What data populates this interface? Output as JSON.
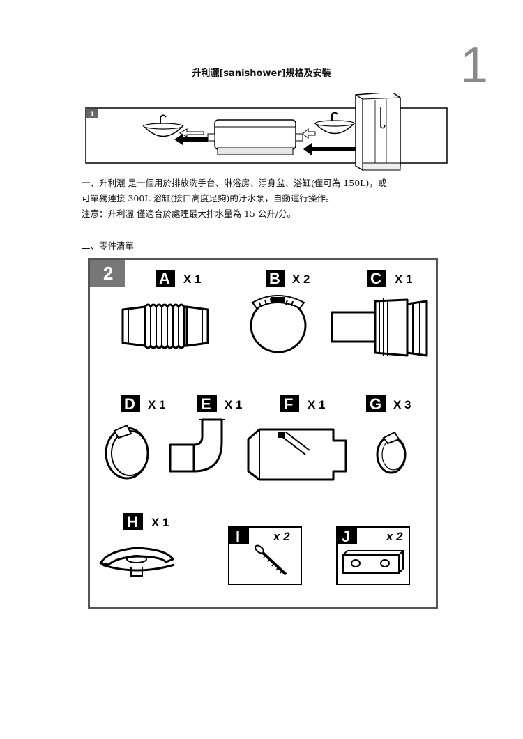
{
  "page_number": "1",
  "title": "升利灑[sanishower]規格及安裝",
  "figure1": {
    "number": "1"
  },
  "intro": {
    "line1": "一、升利灑 是一個用於排放洗手台、淋浴房、淨身盆、浴缸(僅可為 150L)，或",
    "line2": "可單獨連接 300L 浴缸(接口高度足夠)的汙水泵，自動運行操作。",
    "note": "注意：升利灑 僅適合於處理最大排水量為 15 公升/分。"
  },
  "parts_heading": "二、零件清單",
  "figure2": {
    "number": "2",
    "parts": [
      {
        "letter": "A",
        "qty": "X 1"
      },
      {
        "letter": "B",
        "qty": "X 2"
      },
      {
        "letter": "C",
        "qty": "X 1"
      },
      {
        "letter": "D",
        "qty": "X 1"
      },
      {
        "letter": "E",
        "qty": "X 1"
      },
      {
        "letter": "F",
        "qty": "X 1"
      },
      {
        "letter": "G",
        "qty": "X 3"
      },
      {
        "letter": "H",
        "qty": "X 1"
      },
      {
        "letter": "I",
        "qty": "x 2"
      },
      {
        "letter": "J",
        "qty": "x 2"
      }
    ]
  }
}
